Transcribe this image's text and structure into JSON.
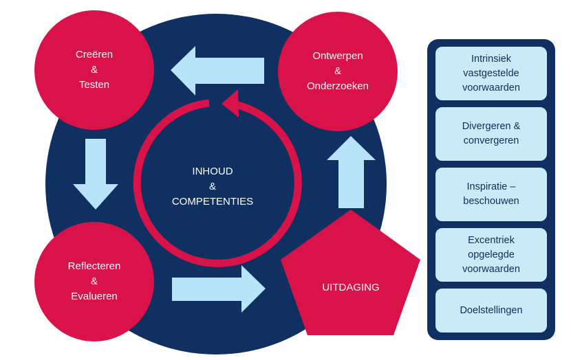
{
  "colors": {
    "navy": "#0f3060",
    "crimson": "#d9134a",
    "light_blue": "#b7e4f8",
    "panel_box": "#c9ebf8",
    "text_white": "#ffffff"
  },
  "cycle": {
    "creeren": [
      "Creëren",
      "&",
      "Testen"
    ],
    "ontwerpen": [
      "Ontwerpen",
      "&",
      "Onderzoeken"
    ],
    "reflecteren": [
      "Reflecteren",
      "&",
      "Evalueren"
    ],
    "uitdaging": "UITDAGING",
    "center": [
      "INHOUD",
      "&",
      "COMPETENTIES"
    ]
  },
  "panel": {
    "items": [
      [
        "Intrinsiek",
        "vastgestelde",
        "voorwaarden"
      ],
      [
        "Divergeren &",
        "convergeren"
      ],
      [
        "Inspiratie –",
        "beschouwen"
      ],
      [
        "Excentriek",
        "opgelegde",
        "voorwaarden"
      ],
      [
        "Doelstellingen"
      ]
    ]
  }
}
